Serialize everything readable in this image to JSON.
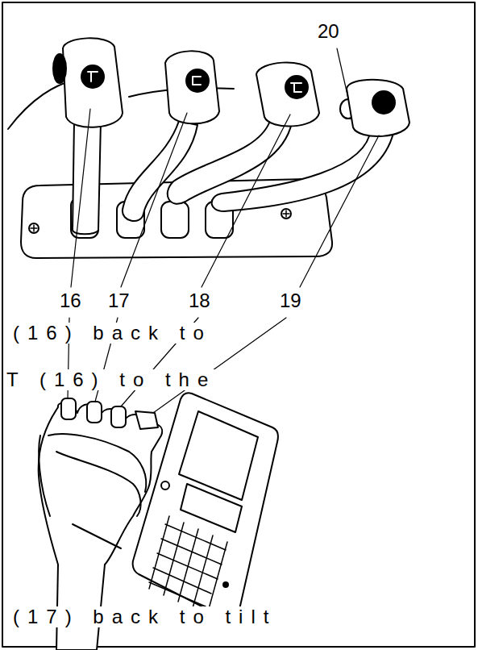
{
  "diagram": {
    "labels": [
      "20",
      "16",
      "17",
      "18",
      "19",
      "(16) back to",
      "T (16) to the",
      "(17) back to tilt"
    ]
  }
}
